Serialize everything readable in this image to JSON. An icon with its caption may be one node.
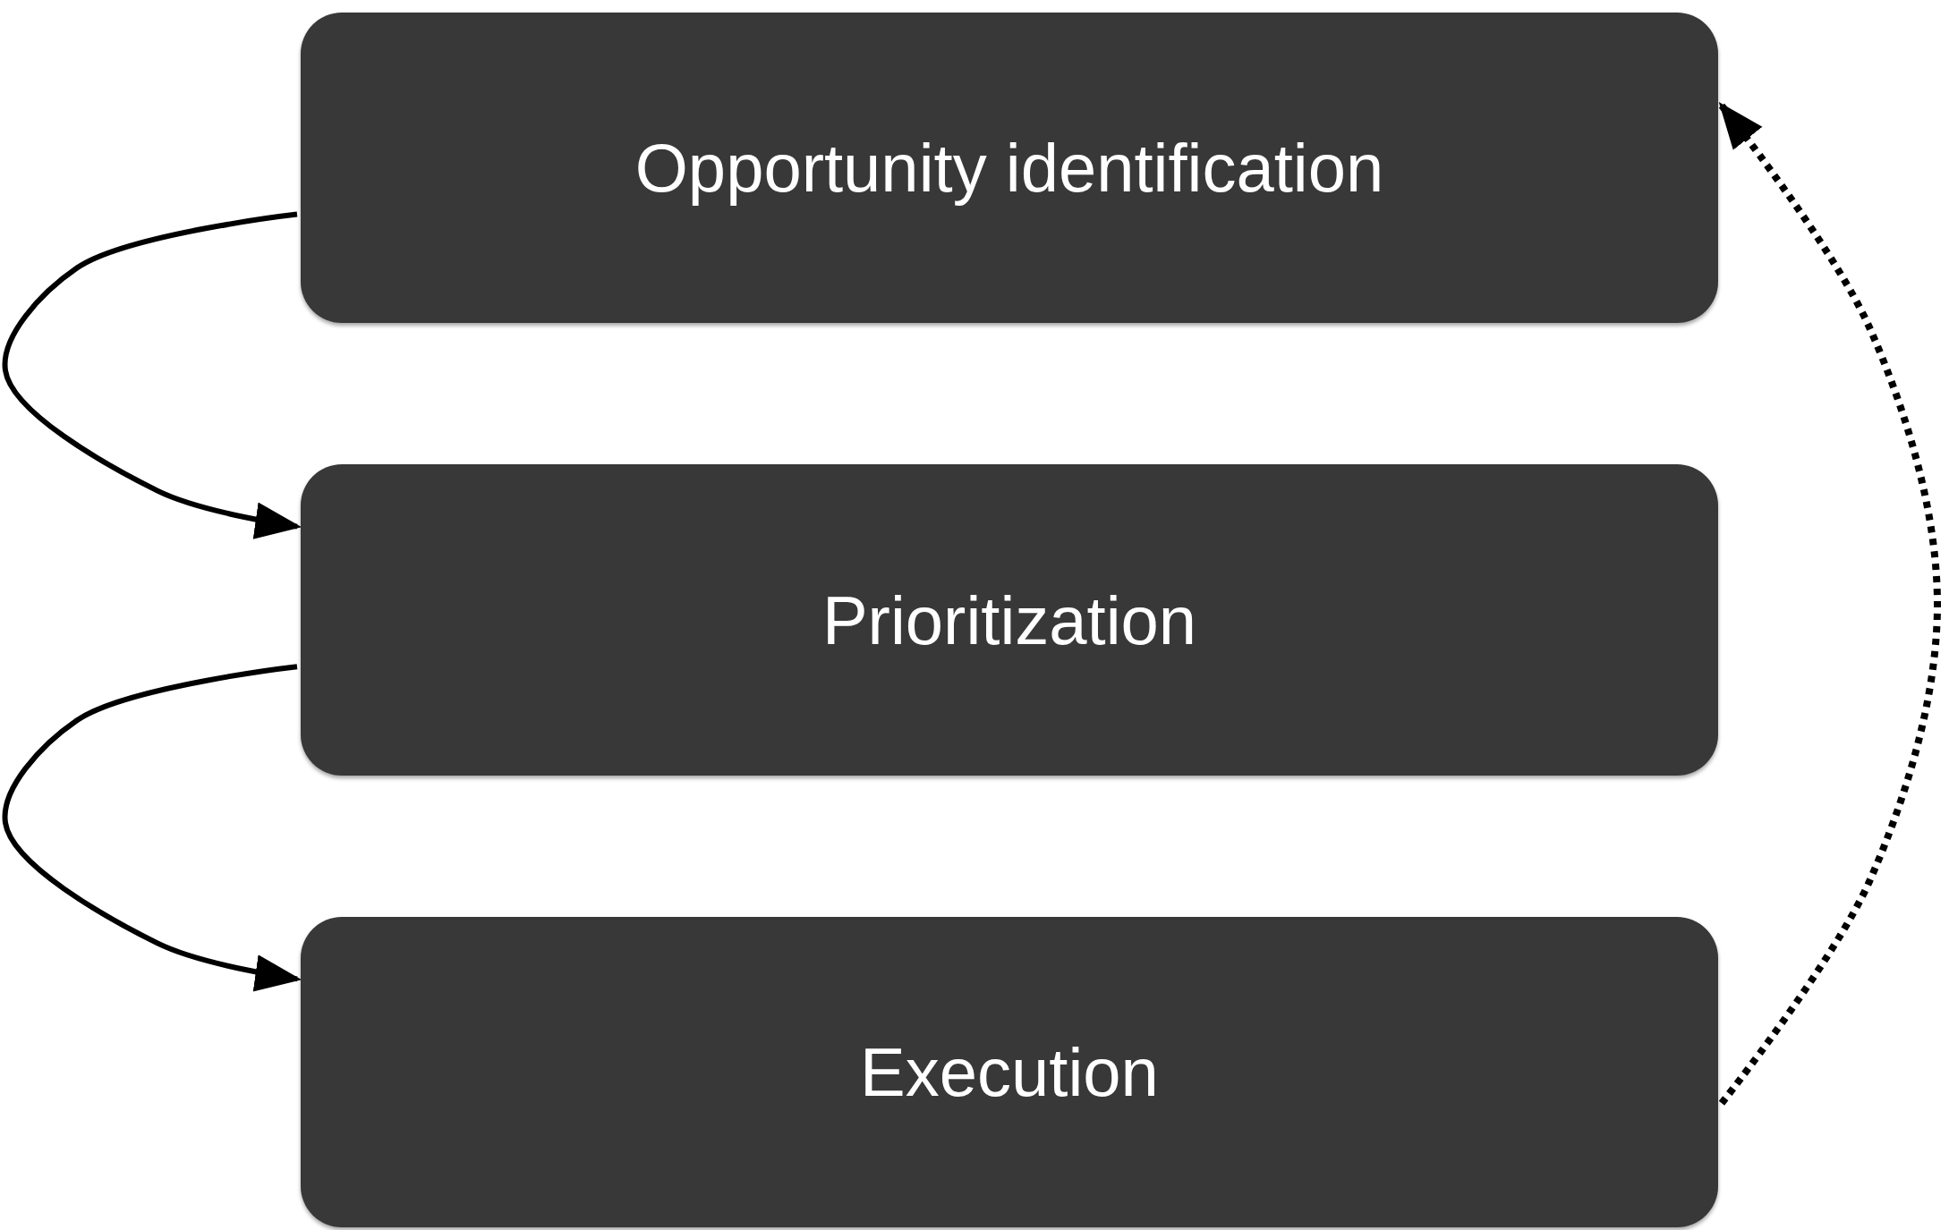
{
  "diagram": {
    "nodes": [
      {
        "text": [
          "Opportunity identification"
        ]
      },
      {
        "text": [
          "Prioritization"
        ]
      },
      {
        "text": [
          "Execution"
        ]
      }
    ],
    "edges": [
      {
        "from": 0,
        "to": 1,
        "arrow": "to"
      },
      {
        "from": 1,
        "to": 2,
        "arrow": "to"
      },
      {
        "from": 2,
        "to": 0,
        "arrow": "to",
        "style": "dashed"
      }
    ]
  }
}
